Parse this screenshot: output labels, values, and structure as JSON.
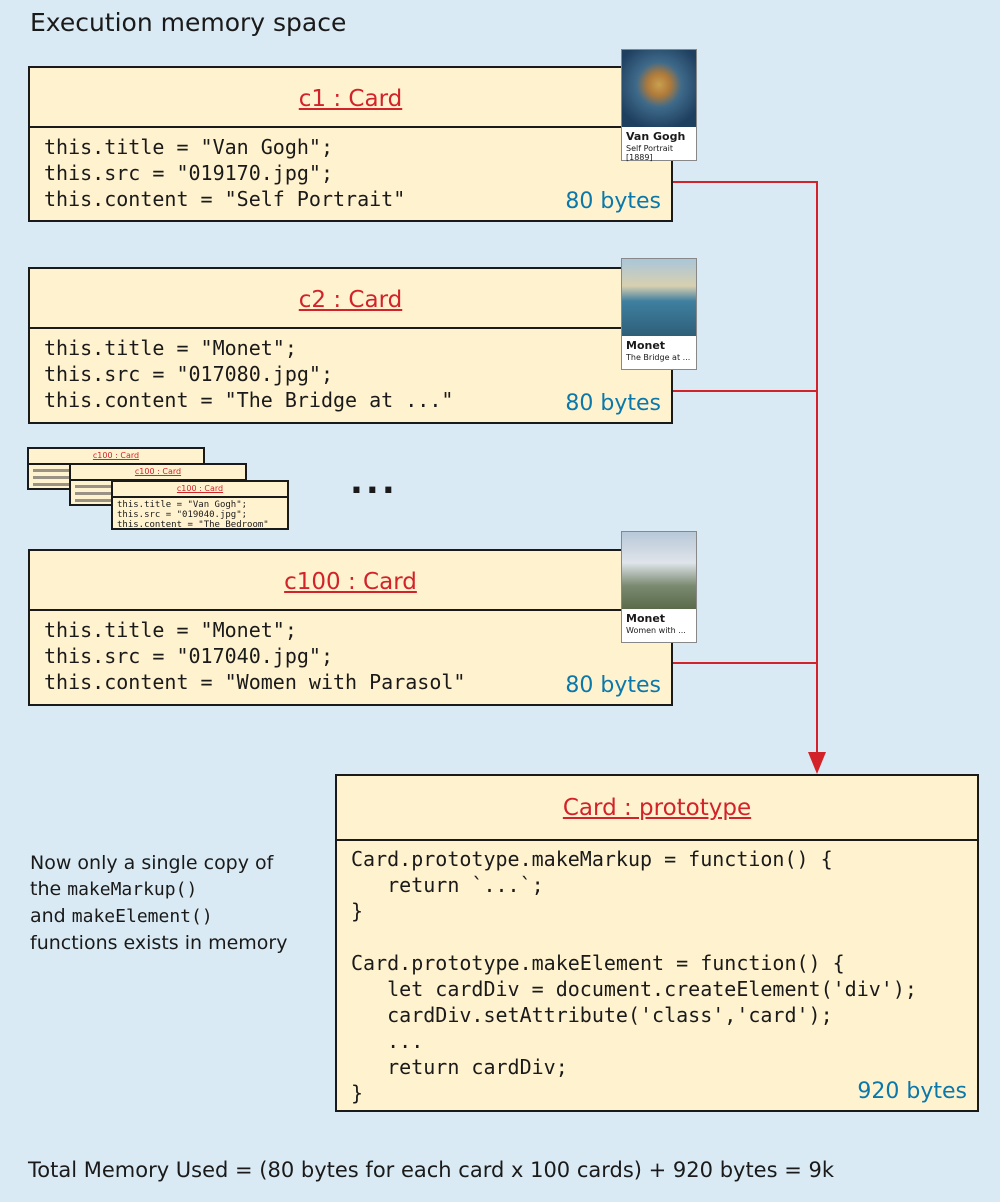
{
  "title": "Execution memory space",
  "cards": [
    {
      "header": "c1 : Card",
      "lines": [
        "this.title = \"Van Gogh\";",
        "this.src = \"019170.jpg\";",
        "this.content = \"Self Portrait\""
      ],
      "size": "80 bytes",
      "thumb": {
        "title": "Van Gogh",
        "caption": "Self Portrait [1889]"
      }
    },
    {
      "header": "c2 : Card",
      "lines": [
        "this.title = \"Monet\";",
        "this.src = \"017080.jpg\";",
        "this.content = \"The Bridge at ...\""
      ],
      "size": "80 bytes",
      "thumb": {
        "title": "Monet",
        "caption": "The Bridge at ..."
      }
    },
    {
      "header": "c100 : Card",
      "lines": [
        "this.title = \"Monet\";",
        "this.src = \"017040.jpg\";",
        "this.content = \"Women with Parasol\""
      ],
      "size": "80 bytes",
      "thumb": {
        "title": "Monet",
        "caption": "Women with ..."
      }
    }
  ],
  "mini_cards": {
    "header": "c100 : Card",
    "lines": [
      "this.title = \"Van Gogh\";",
      "this.src = \"019040.jpg\";",
      "this.content = \"The Bedroom\""
    ]
  },
  "ellipsis": "...",
  "prototype": {
    "header": "Card : prototype",
    "code": "Card.prototype.makeMarkup = function() {\n   return `...`;\n}\n\nCard.prototype.makeElement = function() {\n   let cardDiv = document.createElement('div');\n   cardDiv.setAttribute('class','card');\n   ...\n   return cardDiv;\n}",
    "size": "920 bytes"
  },
  "note": {
    "l1": "Now only a single copy of",
    "l2a": "the ",
    "l2code": "makeMarkup()",
    "l3a": "and ",
    "l3code": "makeElement()",
    "l4": "functions exists in memory"
  },
  "total": "Total Memory Used = (80 bytes for each card x 100 cards) + 920 bytes = 9k",
  "colors": {
    "background": "#d9eaf4",
    "box": "#fff2cf",
    "header_text": "#d2232a",
    "bytes_text": "#0a78aa",
    "arrow": "#d2232a"
  }
}
